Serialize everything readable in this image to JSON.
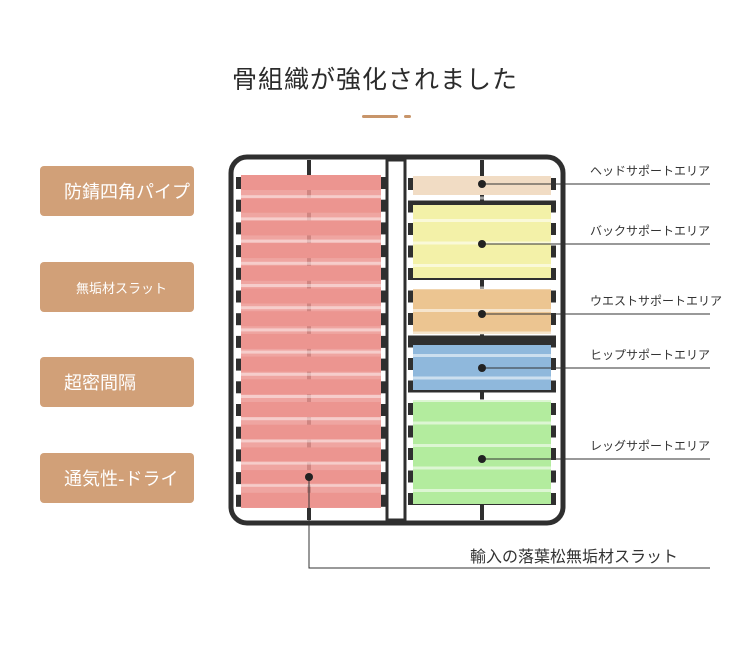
{
  "header": {
    "title": "骨組織が強化されました"
  },
  "features": [
    {
      "label": "防錆四角パイプ",
      "style": "large"
    },
    {
      "label": "無垢材スラット",
      "style": "small"
    },
    {
      "label": "超密間隔",
      "style": "large"
    },
    {
      "label": "通気性-ドライ",
      "style": "large"
    }
  ],
  "zones": [
    {
      "label": "ヘッドサポートエリア",
      "color": "#f1dcc4"
    },
    {
      "label": "バックサポートエリア",
      "color": "#f3f1a8"
    },
    {
      "label": "ウエストサポートエリア",
      "color": "#ecc591"
    },
    {
      "label": "ヒップサポートエリア",
      "color": "#8fb8dc"
    },
    {
      "label": "レッグサポートエリア",
      "color": "#b3ec9e"
    }
  ],
  "left_panel_color": "#ec9590",
  "frame_color": "#2f2f2f",
  "bottom_label": "輸入の落葉松無垢材スラット"
}
